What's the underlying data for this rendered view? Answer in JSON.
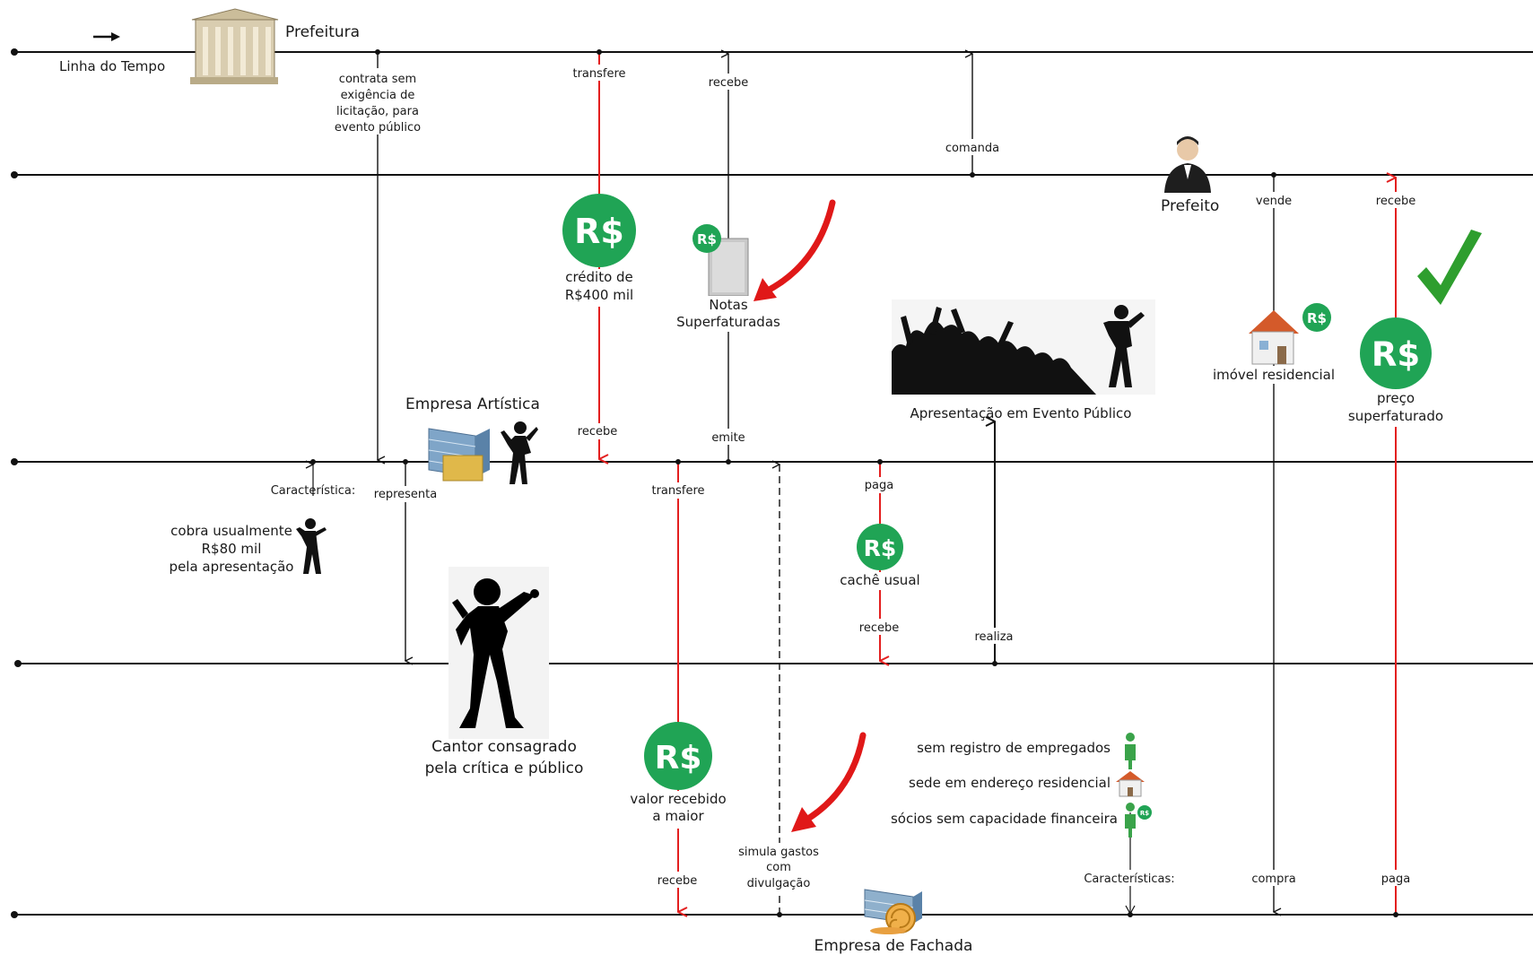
{
  "timeline": {
    "label": "Linha do Tempo"
  },
  "entities": {
    "prefeitura": "Prefeitura",
    "prefeito": "Prefeito",
    "empresa_artistica": "Empresa Artística",
    "cantor": [
      "Cantor consagrado",
      "pela crítica e público"
    ],
    "empresa_fachada": "Empresa de Fachada",
    "evento": "Apresentação em Evento Público"
  },
  "relations": {
    "contrata": [
      "contrata sem",
      "exigência de",
      "licitação, para",
      "evento público"
    ],
    "transfere": "transfere",
    "recebe": "recebe",
    "comanda": "comanda",
    "vende": "vende",
    "emite": "emite",
    "representa": "representa",
    "caracteristica": "Característica:",
    "caracteristicas": "Características:",
    "paga": "paga",
    "realiza": "realiza",
    "simula": [
      "simula gastos",
      "com",
      "divulgação"
    ],
    "compra": "compra"
  },
  "items": {
    "credito": [
      "crédito de",
      "R$400 mil"
    ],
    "notas": [
      "Notas",
      "Superfaturadas"
    ],
    "imovel": "imóvel residencial",
    "preco": [
      "preço",
      "superfaturado"
    ],
    "cache": "cachê usual",
    "valor": [
      "valor recebido",
      "a maior"
    ],
    "cobra": [
      "cobra usualmente",
      "R$80 mil",
      "pela apresentação"
    ]
  },
  "fachada_traits": [
    "sem registro de empregados",
    "sede em endereço residencial",
    "sócios sem capacidade financeira"
  ],
  "currency_symbol": "R$",
  "colors": {
    "money_green": "#20a455",
    "flow_red": "#e31f1f",
    "line_black": "#111111",
    "check_green": "#2e9e2e"
  }
}
